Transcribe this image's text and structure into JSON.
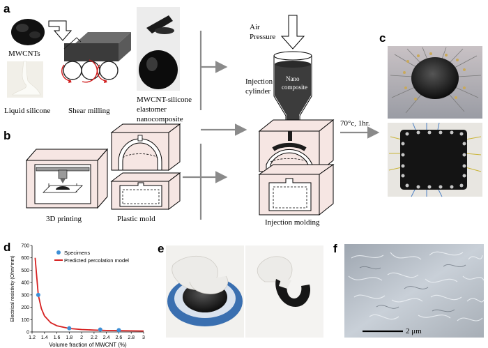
{
  "panels": {
    "a": "a",
    "b": "b",
    "c": "c",
    "d": "d",
    "e": "e",
    "f": "f"
  },
  "panel_a": {
    "mwcnt_label": "MWCNTs",
    "liquid_silicone_label": "Liquid silicone",
    "shear_milling_label": "Shear milling",
    "composite_label_lines": [
      "MWCNT-silicone",
      "elastomer",
      "nanocomposite"
    ],
    "air_pressure_lines": [
      "Air",
      "Pressure"
    ],
    "injection_cylinder_lines": [
      "Injection",
      "cylinder"
    ],
    "nano_composite_lines": [
      "Nano",
      "composite"
    ],
    "cure_condition": "70°c, 1hr."
  },
  "panel_b": {
    "printing_label": "3D printing",
    "plastic_mold_label": "Plastic mold",
    "injection_molding_label": "Injection molding"
  },
  "panel_f": {
    "scale_label": "2 μm"
  },
  "colors": {
    "mold_fill": "#f6e6e3",
    "dark": "#1c1c1c",
    "arrow_gray": "#8a8a8a",
    "specimen_blue": "#3d8fd6",
    "model_red": "#d62020"
  },
  "chart_data": {
    "type": "scatter",
    "xlabel": "Volume fraction of MWCNT (%)",
    "ylabel": "Electrical resistivity (Ohm*mm)",
    "xlim": [
      1.2,
      3.0
    ],
    "ylim": [
      0,
      700
    ],
    "xticks": [
      1.2,
      1.4,
      1.6,
      1.8,
      2.0,
      2.2,
      2.4,
      2.6,
      2.8,
      3.0
    ],
    "xtick_labels": [
      "1.2",
      "1.4",
      "1.6",
      "1.8",
      "2",
      "2.2",
      "2.4",
      "2.6",
      "2.8",
      "3"
    ],
    "yticks": [
      0,
      100,
      200,
      300,
      400,
      500,
      600,
      700
    ],
    "grid": false,
    "legend_placement": "top-right",
    "series": [
      {
        "name": "Specimens",
        "type": "scatter",
        "color": "#3d8fd6",
        "x": [
          1.3,
          1.8,
          2.3,
          2.6
        ],
        "y": [
          300,
          30,
          20,
          15
        ]
      },
      {
        "name": "Predicted percolation model",
        "type": "line",
        "color": "#d62020",
        "x": [
          1.25,
          1.28,
          1.3,
          1.35,
          1.4,
          1.5,
          1.6,
          1.8,
          2.0,
          2.2,
          2.4,
          2.6,
          2.8,
          3.0
        ],
        "y": [
          600,
          420,
          300,
          190,
          130,
          75,
          50,
          28,
          20,
          15,
          12,
          10,
          9,
          8
        ]
      }
    ]
  }
}
